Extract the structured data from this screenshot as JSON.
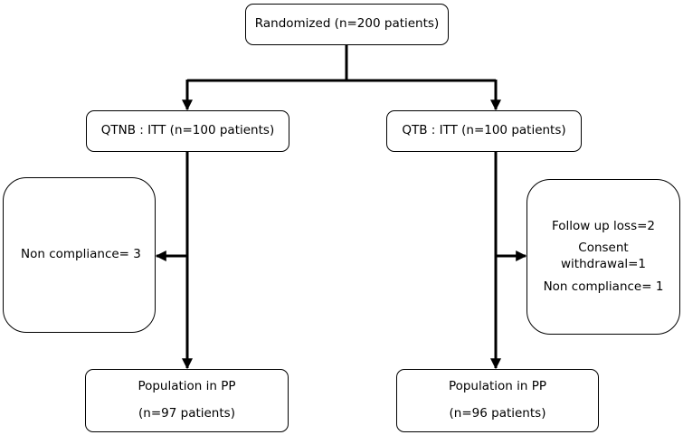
{
  "nodes": {
    "randomized": "Randomized (n=200 patients)",
    "qtnb_itt": "QTNB : ITT (n=100 patients)",
    "qtb_itt": "QTB : ITT (n=100 patients)",
    "left_exclusion": "Non compliance= 3",
    "right_exclusion": {
      "follow_up": "Follow up loss=2",
      "consent": "Consent withdrawal=1",
      "non_compliance": "Non compliance= 1"
    },
    "pp_left": {
      "label": "Population in PP",
      "count": "(n=97 patients)"
    },
    "pp_right": {
      "label": "Population in PP",
      "count": "(n=96 patients)"
    }
  },
  "colors": {
    "line": "#000000",
    "box_border": "#000000",
    "background": "#ffffff"
  }
}
